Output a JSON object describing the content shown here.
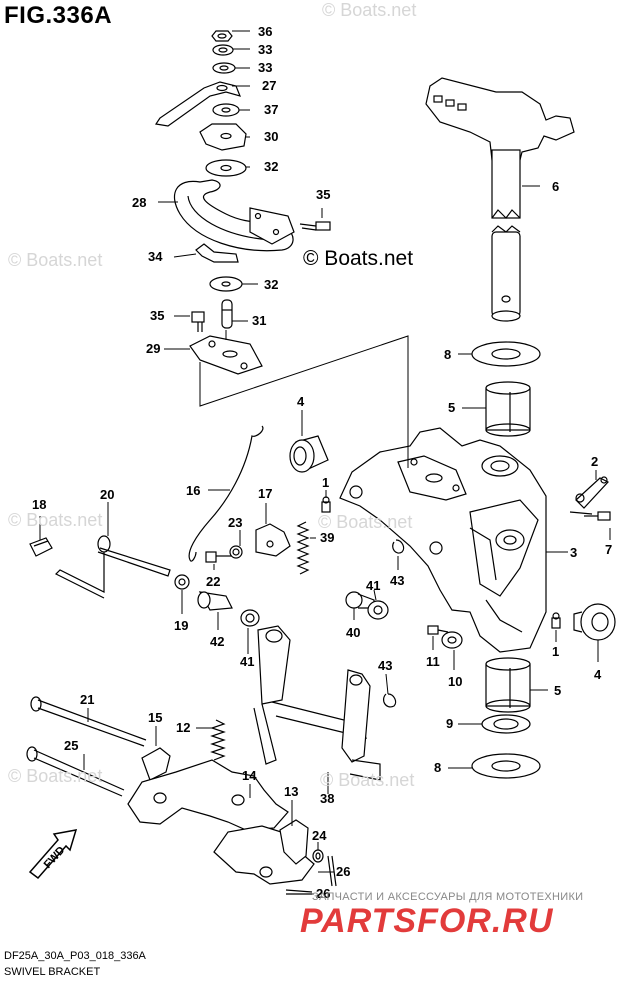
{
  "figure": {
    "title": "FIG.336A",
    "code": "DF25A_30A_P03_018_336A",
    "caption": "SWIVEL BRACKET"
  },
  "copyright": "© Boats.net",
  "watermark": "© Boats.net",
  "shop": {
    "tagline": "ЗАПЧАСТИ И АКСЕССУАРЫ ДЛЯ МОТОТЕХНИКИ",
    "logo": "PARTSFOR.RU",
    "logo_color": "#e23b3b"
  },
  "direction_arrow": "FWD",
  "callouts": [
    {
      "id": "c36",
      "label": "36"
    },
    {
      "id": "c33a",
      "label": "33"
    },
    {
      "id": "c33b",
      "label": "33"
    },
    {
      "id": "c27",
      "label": "27"
    },
    {
      "id": "c37",
      "label": "37"
    },
    {
      "id": "c30",
      "label": "30"
    },
    {
      "id": "c32a",
      "label": "32"
    },
    {
      "id": "c35a",
      "label": "35"
    },
    {
      "id": "c28",
      "label": "28"
    },
    {
      "id": "c34",
      "label": "34"
    },
    {
      "id": "c32b",
      "label": "32"
    },
    {
      "id": "c35b",
      "label": "35"
    },
    {
      "id": "c31",
      "label": "31"
    },
    {
      "id": "c29",
      "label": "29"
    },
    {
      "id": "c6",
      "label": "6"
    },
    {
      "id": "c8a",
      "label": "8"
    },
    {
      "id": "c5a",
      "label": "5"
    },
    {
      "id": "c4a",
      "label": "4"
    },
    {
      "id": "c2",
      "label": "2"
    },
    {
      "id": "c7",
      "label": "7"
    },
    {
      "id": "c16",
      "label": "16"
    },
    {
      "id": "c17",
      "label": "17"
    },
    {
      "id": "c1a",
      "label": "1"
    },
    {
      "id": "c18",
      "label": "18"
    },
    {
      "id": "c20",
      "label": "20"
    },
    {
      "id": "c23",
      "label": "23"
    },
    {
      "id": "c39",
      "label": "39"
    },
    {
      "id": "c3",
      "label": "3"
    },
    {
      "id": "c22",
      "label": "22"
    },
    {
      "id": "c43a",
      "label": "43"
    },
    {
      "id": "c41a",
      "label": "41"
    },
    {
      "id": "c19",
      "label": "19"
    },
    {
      "id": "c42",
      "label": "42"
    },
    {
      "id": "c40",
      "label": "40"
    },
    {
      "id": "c41b",
      "label": "41"
    },
    {
      "id": "c4b",
      "label": "4"
    },
    {
      "id": "c1b",
      "label": "1"
    },
    {
      "id": "c11",
      "label": "11"
    },
    {
      "id": "c10",
      "label": "10"
    },
    {
      "id": "c43b",
      "label": "43"
    },
    {
      "id": "c5b",
      "label": "5"
    },
    {
      "id": "c21",
      "label": "21"
    },
    {
      "id": "c15",
      "label": "15"
    },
    {
      "id": "c12",
      "label": "12"
    },
    {
      "id": "c9",
      "label": "9"
    },
    {
      "id": "c25",
      "label": "25"
    },
    {
      "id": "c8b",
      "label": "8"
    },
    {
      "id": "c14",
      "label": "14"
    },
    {
      "id": "c38",
      "label": "38"
    },
    {
      "id": "c13",
      "label": "13"
    },
    {
      "id": "c24",
      "label": "24"
    },
    {
      "id": "c26a",
      "label": "26"
    },
    {
      "id": "c26b",
      "label": "26"
    }
  ]
}
